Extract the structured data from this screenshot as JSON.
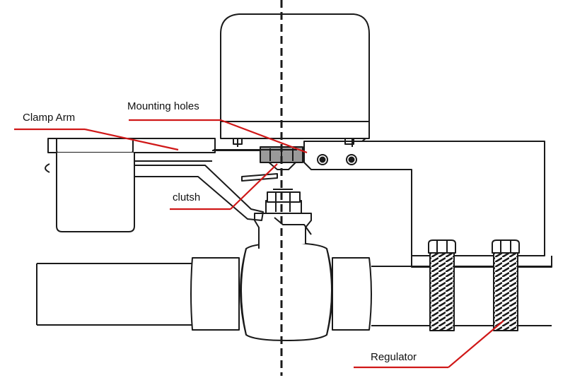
{
  "labels": {
    "clamp_arm": "Clamp Arm",
    "mounting_holes": "Mounting holes",
    "clutch": "clutsh",
    "regulator": "Regulator"
  },
  "colors": {
    "line": "#1a1a1a",
    "leader": "#d01818",
    "background": "#ffffff"
  }
}
